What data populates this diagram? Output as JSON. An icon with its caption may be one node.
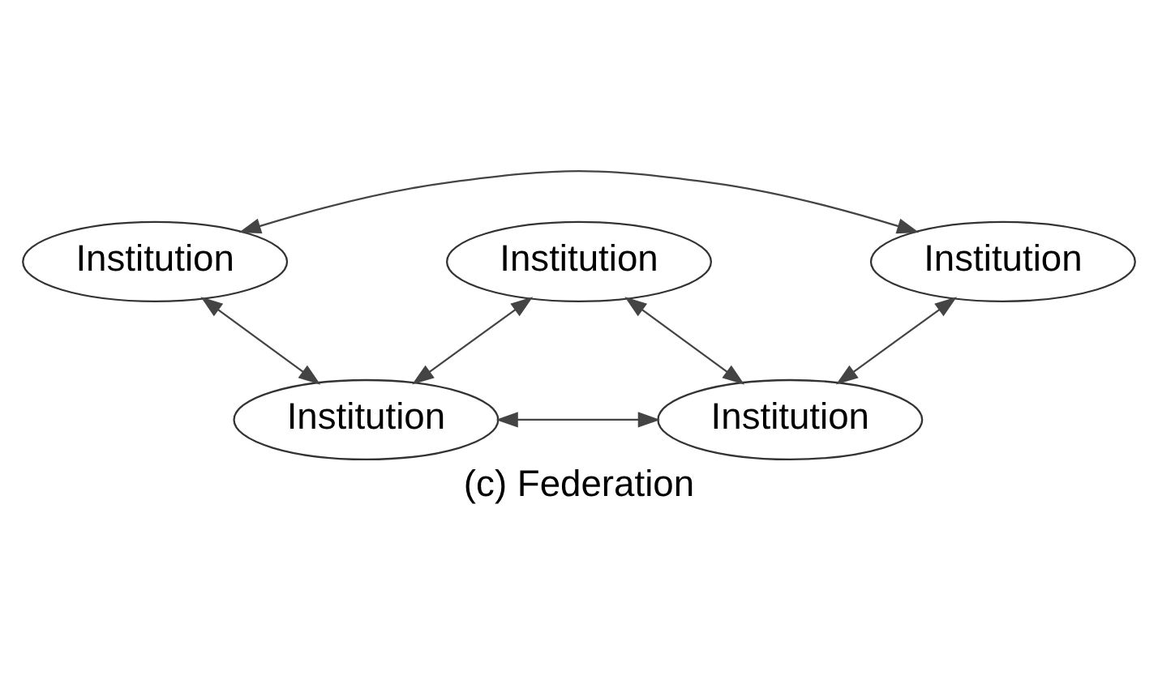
{
  "diagram": {
    "caption": "(c) Federation",
    "nodes": [
      {
        "text": [
          "Institution"
        ]
      },
      {
        "text": [
          "Institution"
        ]
      },
      {
        "text": [
          "Institution"
        ]
      },
      {
        "text": [
          "Institution"
        ]
      },
      {
        "text": [
          "Institution"
        ]
      }
    ],
    "edges": [
      {
        "from": 1,
        "to": 2,
        "arrow": "both"
      },
      {
        "from": 1,
        "to": 3,
        "arrow": "both"
      },
      {
        "from": 3,
        "to": 0,
        "arrow": "both"
      },
      {
        "from": 0,
        "to": 4,
        "arrow": "both"
      },
      {
        "from": 2,
        "to": 4,
        "arrow": "both"
      },
      {
        "from": 3,
        "to": 4,
        "arrow": "both"
      }
    ]
  }
}
